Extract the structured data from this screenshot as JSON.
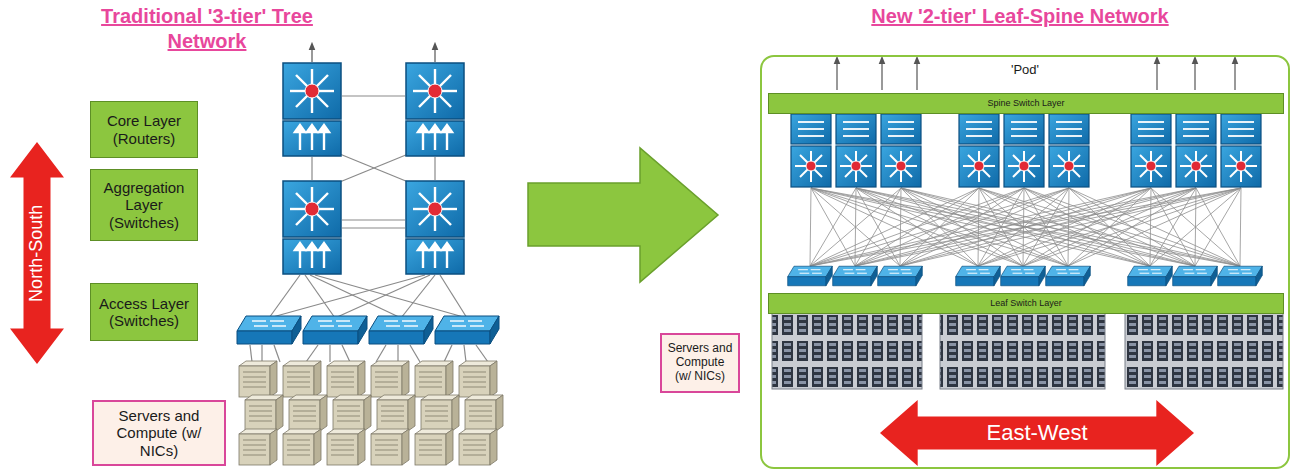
{
  "diagram": {
    "nodes": [
      {
        "text": [
          "Core Layer (Routers)"
        ]
      },
      {
        "text": [
          "Aggregation Layer (Switches)"
        ]
      },
      {
        "text": [
          "Access Layer (Switches)"
        ]
      },
      {
        "text": [
          "Servers and Compute (w/ NICs)"
        ]
      },
      {
        "text": [
          "North-South"
        ]
      },
      {
        "text": [
          "'Pod'"
        ]
      },
      {
        "text": [
          "Spine Switch Layer"
        ],
        "in": 5
      },
      {
        "text": [
          "Leaf Switch Layer"
        ],
        "in": 5
      },
      {
        "text": [
          "Servers and Compute (w/ NICs)"
        ]
      },
      {
        "text": [
          "East-West"
        ]
      }
    ],
    "labels": [
      "Traditional '3-tier' Tree Network",
      "New '2-tier' Leaf-Spine Network"
    ]
  }
}
